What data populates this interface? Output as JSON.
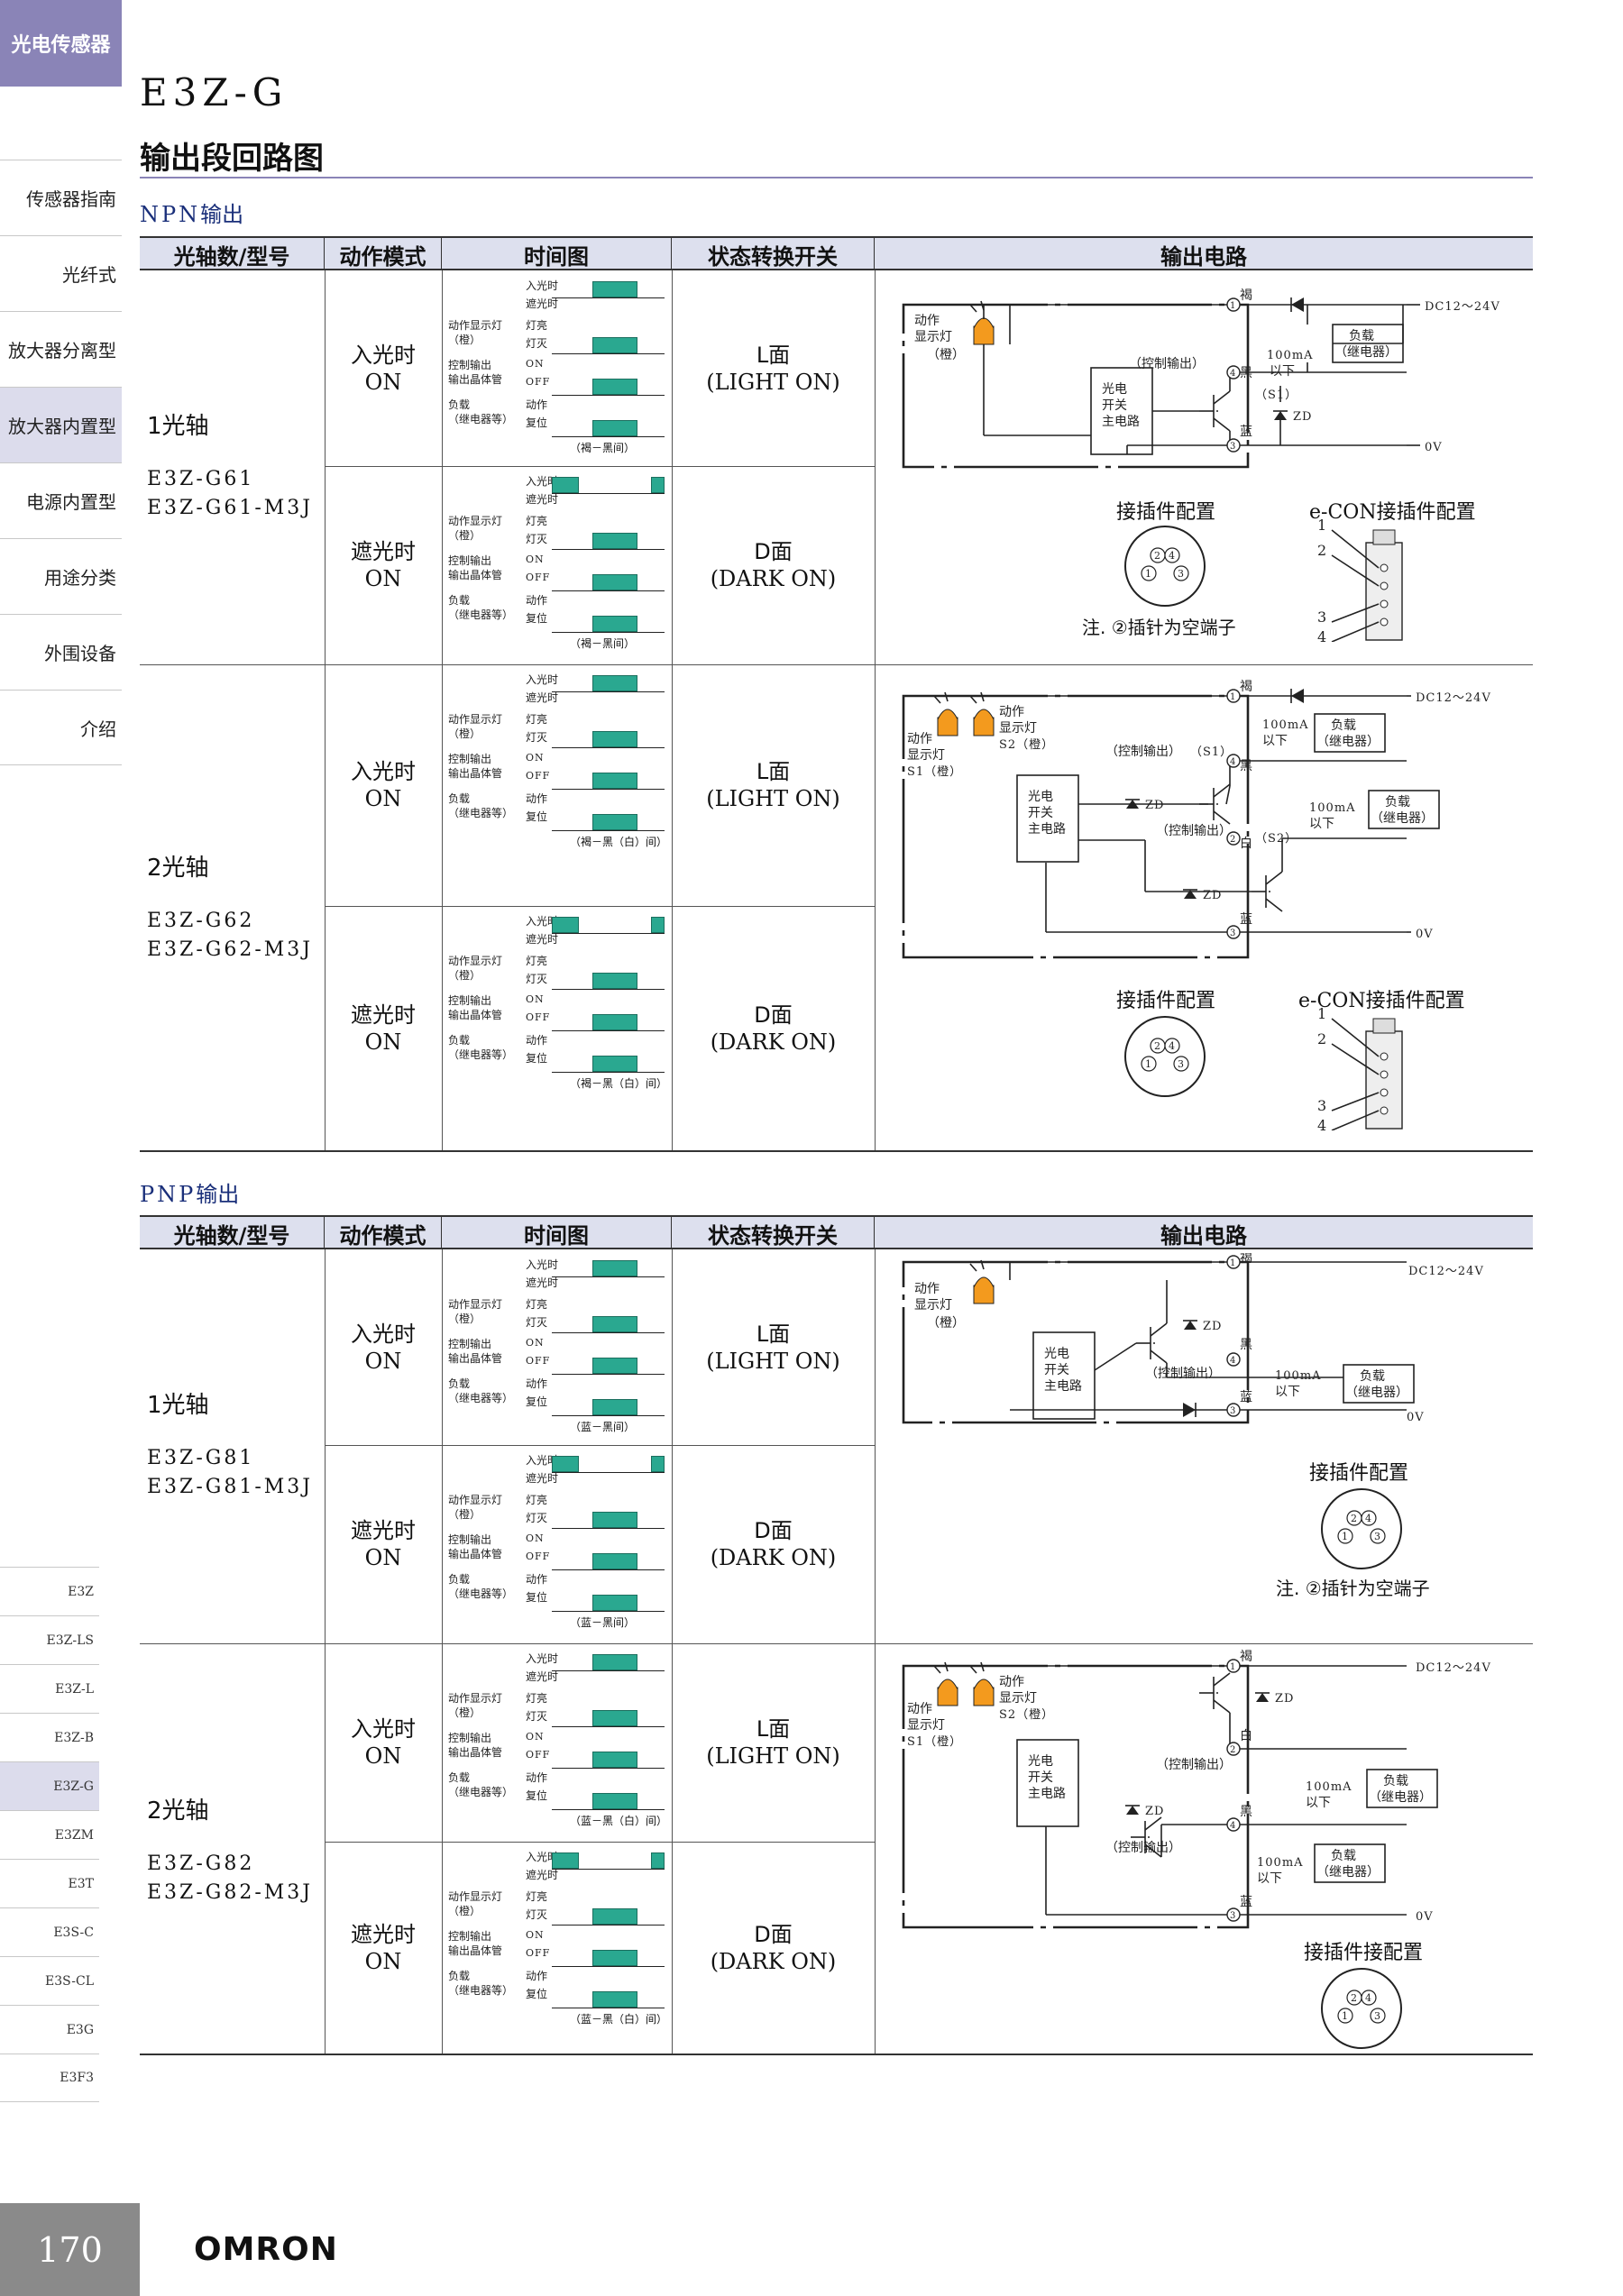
{
  "sidebar": {
    "category": "光电传感器",
    "menu": [
      "传感器指南",
      "光纤式",
      "放大器分离型",
      "放大器内置型",
      "电源内置型",
      "用途分类",
      "外围设备",
      "介绍"
    ],
    "active_menu": "放大器内置型",
    "models": [
      "E3Z",
      "E3Z-LS",
      "E3Z-L",
      "E3Z-B",
      "E3Z-G",
      "E3ZM",
      "E3T",
      "E3S-C",
      "E3S-CL",
      "E3G",
      "E3F3"
    ],
    "active_model": "E3Z-G"
  },
  "header": {
    "model": "E3Z-G",
    "section": "输出段回路图"
  },
  "table_headers": [
    "光轴数/型号",
    "动作模式",
    "时间图",
    "状态转换开关",
    "输出电路"
  ],
  "modes": {
    "light_on": {
      "label": "入光时",
      "on": "ON",
      "switch": "L面",
      "switch_en": "(LIGHT ON)"
    },
    "dark_on": {
      "label": "遮光时",
      "on": "ON",
      "switch": "D面",
      "switch_en": "(DARK ON)"
    }
  },
  "timing_labels": {
    "light": "入光时",
    "dark": "遮光时",
    "indicator_1": "动作显示灯",
    "indicator_2": "（橙）",
    "lamp_on": "灯亮",
    "lamp_off": "灯灭",
    "transistor_1": "控制输出",
    "transistor_2": "输出晶体管",
    "on": "ON",
    "off": "OFF",
    "load_1": "负载",
    "load_2": "（继电器等）",
    "operate": "动作",
    "reset": "复位"
  },
  "npn": {
    "title_lat": "NPN",
    "title_cn": "输出",
    "one_axis": {
      "label": "1光轴",
      "models": [
        "E3Z-G61",
        "E3Z-G61-M3J"
      ],
      "note_light": "（褐－黑间）",
      "note_dark": "（褐－黑间）"
    },
    "two_axis": {
      "label": "2光轴",
      "models": [
        "E3Z-G62",
        "E3Z-G62-M3J"
      ],
      "note_light": "（褐－黑（白）间）",
      "note_dark": "（褐－黑（白）间）"
    }
  },
  "pnp": {
    "title_lat": "PNP",
    "title_cn": "输出",
    "one_axis": {
      "label": "1光轴",
      "models": [
        "E3Z-G81",
        "E3Z-G81-M3J"
      ],
      "note_light": "（蓝－黑间）",
      "note_dark": "（蓝－黑间）"
    },
    "two_axis": {
      "label": "2光轴",
      "models": [
        "E3Z-G82",
        "E3Z-G82-M3J"
      ],
      "note_light": "（蓝－黑（白）间）",
      "note_dark": "（蓝－黑（白）间）"
    }
  },
  "circuit_labels": {
    "indicator": "动作",
    "indicator2": "显示灯",
    "orange": "（橙）",
    "main_circuit": [
      "光电",
      "开关",
      "主电路"
    ],
    "control_output": "（控制输出）",
    "brown": "褐",
    "black": "黑",
    "white": "白",
    "blue": "蓝",
    "s1": "（S1）",
    "s2": "（S2）",
    "dc": "DC12～24V",
    "zero_v": "0V",
    "current": "100mA",
    "below": "以下",
    "load": "负载",
    "relay": "（继电器）",
    "zd": "ZD",
    "s1_lamp": "S1（橙）",
    "s2_lamp": "S2（橙）"
  },
  "connectors": {
    "pin_layout": "接插件配置",
    "econ_layout": "e-CON接插件配置",
    "econ_lat": "e-CON",
    "econ_cn": "接插件配置",
    "pin_layout_alt": "接插件接配置",
    "note": "注. ②插针为空端子",
    "pins": [
      "1",
      "2",
      "3",
      "4"
    ]
  },
  "footer": {
    "page": "170",
    "brand": "OMRON"
  },
  "colors": {
    "accent": "#8a84b7",
    "pulse": "#2aa890",
    "lamp": "#f39a1e",
    "header_bg": "#dde0ee"
  }
}
